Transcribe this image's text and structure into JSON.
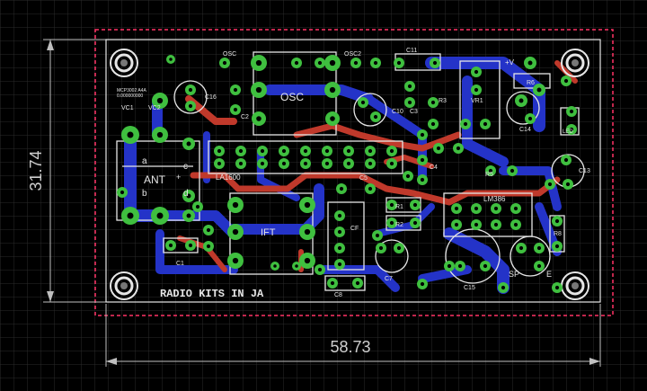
{
  "board": {
    "title_silkscreen": "RADIO KITS IN JA",
    "small_mark": "MCP3002 A4A",
    "small_mark2": "0.000000000"
  },
  "dimensions": {
    "width_label": "58.73",
    "height_label": "31.74"
  },
  "labels": {
    "osc": "OSC",
    "osc1": "OSC",
    "osc2": "OSC2",
    "ant": "ANT",
    "ifx": "IFT",
    "ic1": "LA1600",
    "ic2": "LM386",
    "vc1": "VC1",
    "vc2": "VC2",
    "c1": "C1",
    "c2": "C2",
    "c3": "C3",
    "c4": "C4",
    "c5": "C5",
    "c7": "C7",
    "c8": "C8",
    "c10": "C10",
    "c11": "C11",
    "c13": "C13",
    "c14": "C14",
    "c15": "C15",
    "c16": "C16",
    "cf": "CF",
    "r1": "R1",
    "r2": "R2",
    "r3": "R3",
    "r5": "R5",
    "r6": "R6",
    "r8": "R8",
    "vr1": "VR1",
    "vr": "+V",
    "sp": "SP",
    "e": "E",
    "a": "a",
    "b": "b",
    "c": "c",
    "d": "d",
    "led": "LED",
    "pin_plus": "+"
  },
  "colors": {
    "background": "#000000",
    "grid": "#2a2a2a",
    "board_outline": "#ff3366",
    "top_copper": "#c0392b",
    "bottom_copper": "#2433c8",
    "pad": "#3fbf3f",
    "silkscreen": "#e6e6e6",
    "dimension": "#bfbfbf"
  }
}
